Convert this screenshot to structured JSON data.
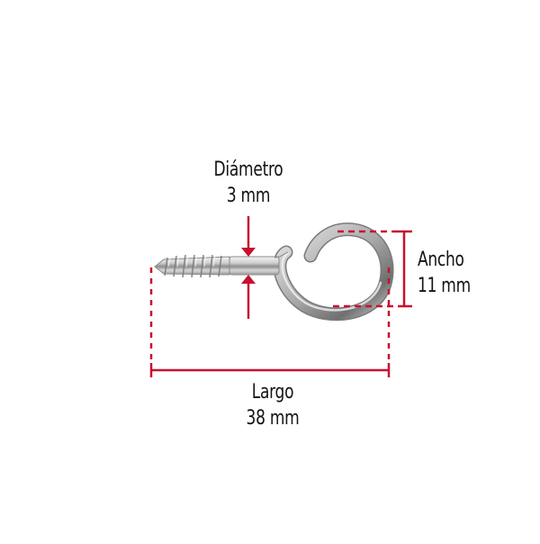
{
  "diagram": {
    "subject": "screw-eye-hook",
    "accent_color": "#C8102E",
    "dimensions": {
      "diameter": {
        "label": "Diámetro",
        "value": "3 mm"
      },
      "width": {
        "label": "Ancho",
        "value": "11 mm"
      },
      "length": {
        "label": "Largo",
        "value": "38 mm"
      }
    }
  }
}
